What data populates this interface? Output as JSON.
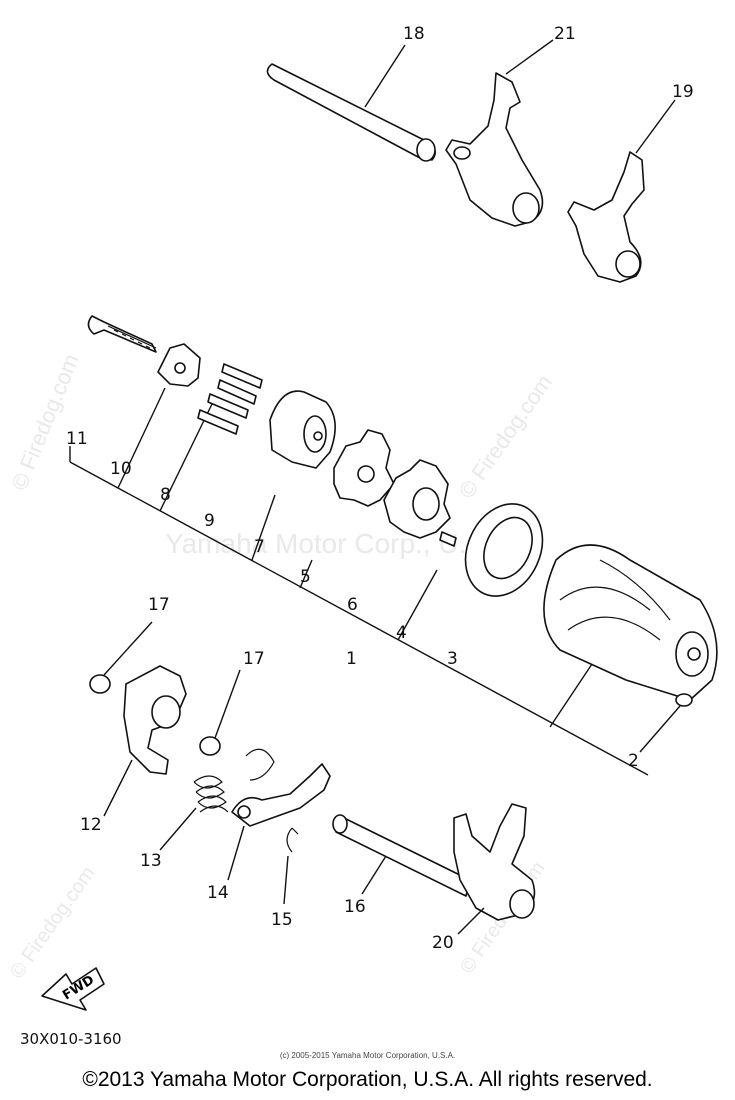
{
  "watermark": {
    "site": "© Firedog.com",
    "center": "Yamaha Motor Corp., U.S.A."
  },
  "callouts": [
    "1",
    "2",
    "3",
    "4",
    "5",
    "6",
    "7",
    "8",
    "9",
    "10",
    "11",
    "12",
    "13",
    "14",
    "15",
    "16",
    "17",
    "18",
    "19",
    "20",
    "21"
  ],
  "fwd_label": "FWD",
  "diagram_code": "30X010-3160",
  "small_copyright": "(c) 2005-2015 Yamaha Motor Corporation, U.S.A.",
  "footer_copyright": "©2013 Yamaha Motor Corporation, U.S.A. All rights reserved."
}
